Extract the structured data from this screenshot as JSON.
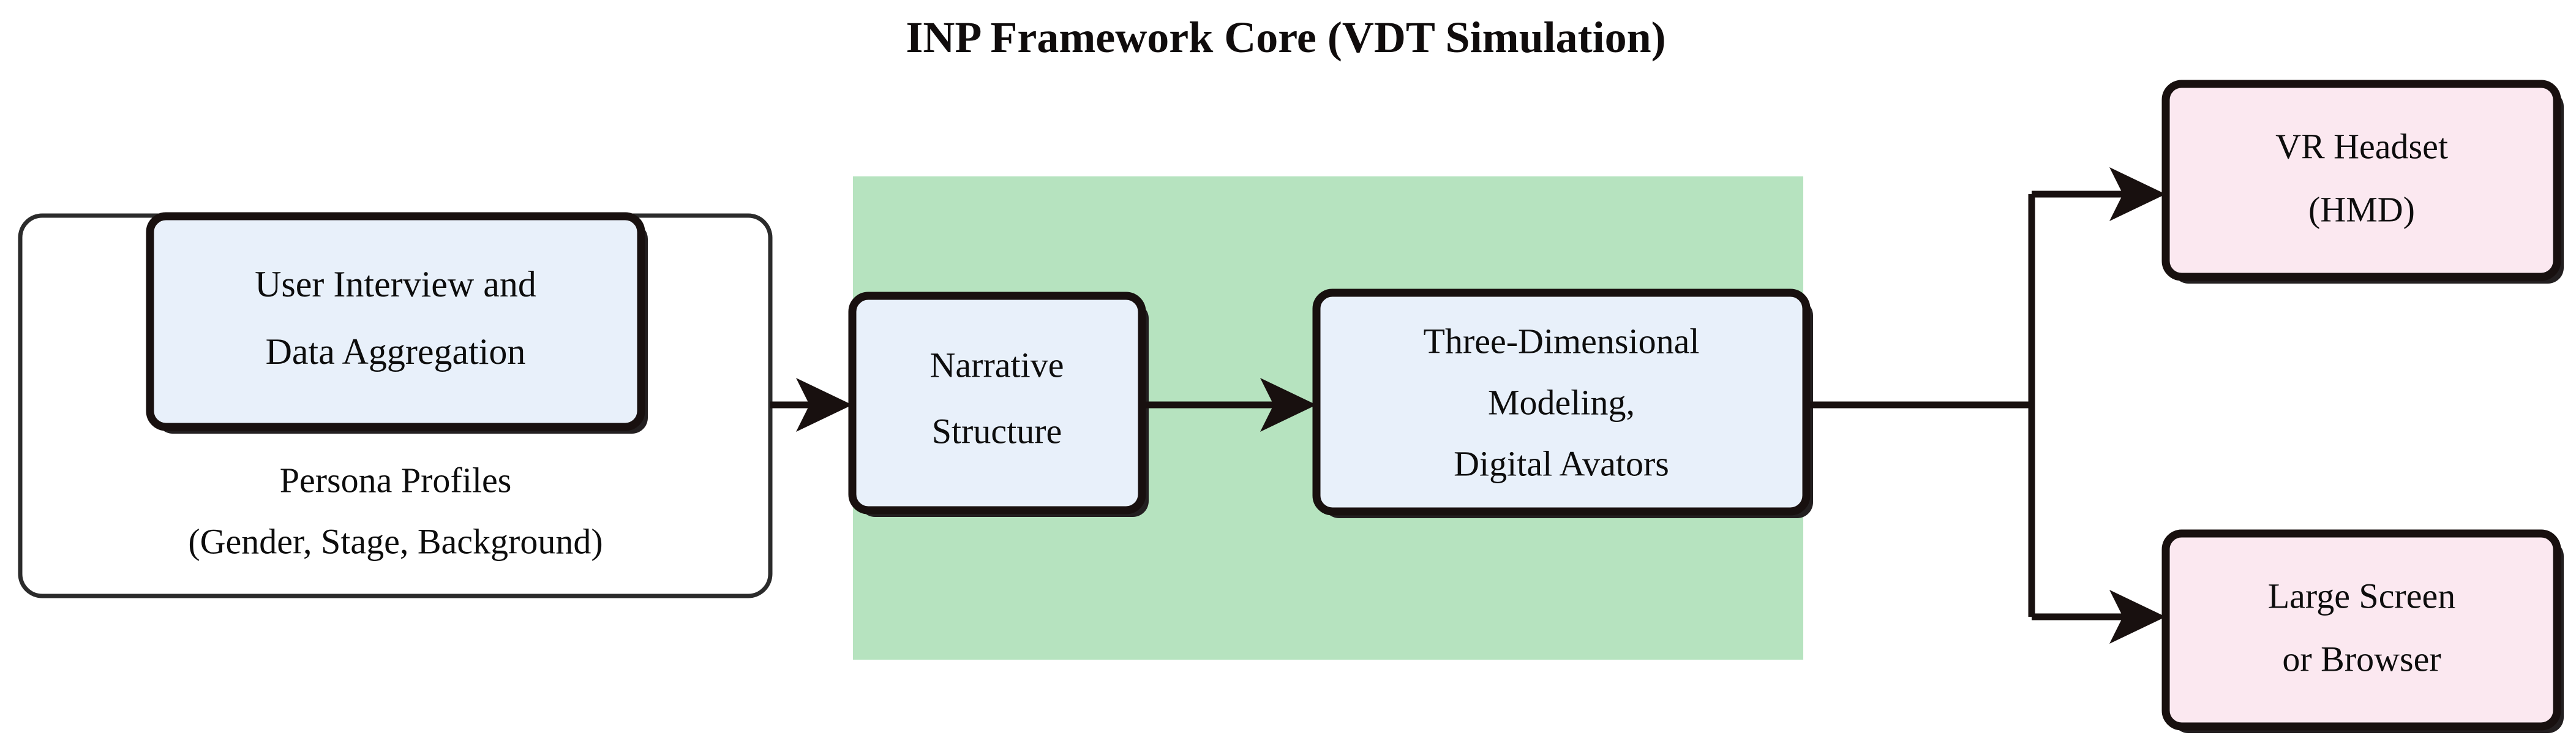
{
  "title": "INP Framework Core (VDT Simulation)",
  "colors": {
    "background": "#ffffff",
    "core_region_fill": "#b6e3bf",
    "process_box_fill": "#e8f0fa",
    "output_box_fill": "#fbe8f0",
    "border": "#18100f",
    "text": "#0d0d0d",
    "container_border": "#2b2b2b"
  },
  "input_group": {
    "name": "persona-input-group",
    "box": {
      "label_line1": "User Interview and",
      "label_line2": "Data Aggregation"
    },
    "caption_line1": "Persona Profiles",
    "caption_line2": "(Gender, Stage, Background)"
  },
  "core_region": {
    "name": "vdt-simulation-core",
    "nodes": [
      {
        "id": "narrative-structure",
        "lines": [
          "Narrative",
          "Structure"
        ]
      },
      {
        "id": "three-dimensional-modeling",
        "lines": [
          "Three-Dimensional",
          "Modeling,",
          "Digital Avators"
        ]
      }
    ]
  },
  "outputs": [
    {
      "id": "vr-headset",
      "lines": [
        "VR Headset",
        "(HMD)"
      ]
    },
    {
      "id": "large-screen",
      "lines": [
        "Large Screen",
        "or Browser"
      ]
    }
  ],
  "edges": [
    {
      "id": "edge-persona-to-narrative",
      "from": "persona-input-group",
      "to": "narrative-structure",
      "arrow": true
    },
    {
      "id": "edge-narrative-to-modeling",
      "from": "narrative-structure",
      "to": "three-dimensional-modeling",
      "arrow": true
    },
    {
      "id": "edge-modeling-to-vr-headset",
      "from": "three-dimensional-modeling",
      "to": "vr-headset",
      "arrow": true
    },
    {
      "id": "edge-modeling-to-large-screen",
      "from": "three-dimensional-modeling",
      "to": "large-screen",
      "arrow": true
    }
  ]
}
